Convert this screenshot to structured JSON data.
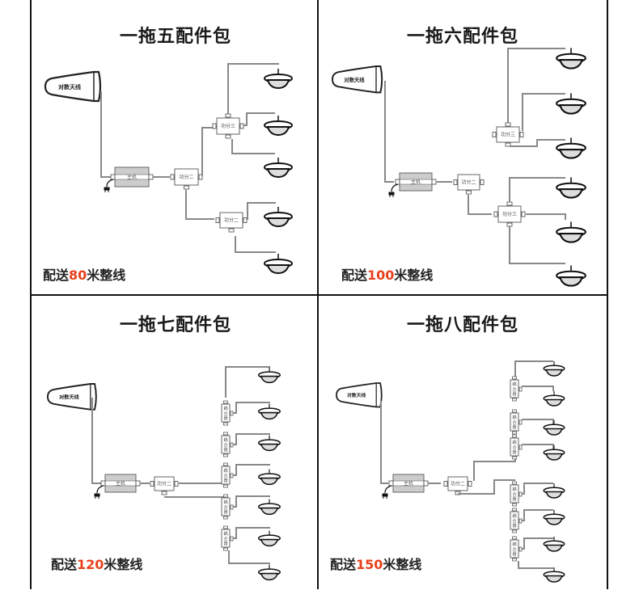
{
  "panels": [
    {
      "id": "one-to-five",
      "title": "一拖五配件包",
      "cable_prefix": "配送",
      "cable_length": "80",
      "cable_suffix": "米整线",
      "antenna_label": "对数天线",
      "host_label": "主机",
      "components": [
        "功分二",
        "功分三",
        "功分二"
      ],
      "ceiling_antenna_count": 5
    },
    {
      "id": "one-to-six",
      "title": "一拖六配件包",
      "cable_prefix": "配送",
      "cable_length": "100",
      "cable_suffix": "米整线",
      "antenna_label": "对数天线",
      "host_label": "主机",
      "components": [
        "功分二",
        "功分三",
        "功分三"
      ],
      "ceiling_antenna_count": 6
    },
    {
      "id": "one-to-seven",
      "title": "一拖七配件包",
      "cable_prefix": "配送",
      "cable_length": "120",
      "cable_suffix": "米整线",
      "antenna_label": "对数天线",
      "host_label": "主机",
      "components": [
        "功分二",
        "耦合器",
        "耦合器",
        "耦合器",
        "耦合器",
        "耦合器"
      ],
      "ceiling_antenna_count": 7
    },
    {
      "id": "one-to-eight",
      "title": "一拖八配件包",
      "cable_prefix": "配送",
      "cable_length": "150",
      "cable_suffix": "米整线",
      "antenna_label": "对数天线",
      "host_label": "主机",
      "components": [
        "功分二",
        "耦合器",
        "耦合器",
        "耦合器",
        "耦合器",
        "耦合器",
        "耦合器"
      ],
      "ceiling_antenna_count": 8
    }
  ],
  "colors": {
    "accent": "#e8401c",
    "wire": "#888888",
    "host_fill": "#cccccc"
  }
}
